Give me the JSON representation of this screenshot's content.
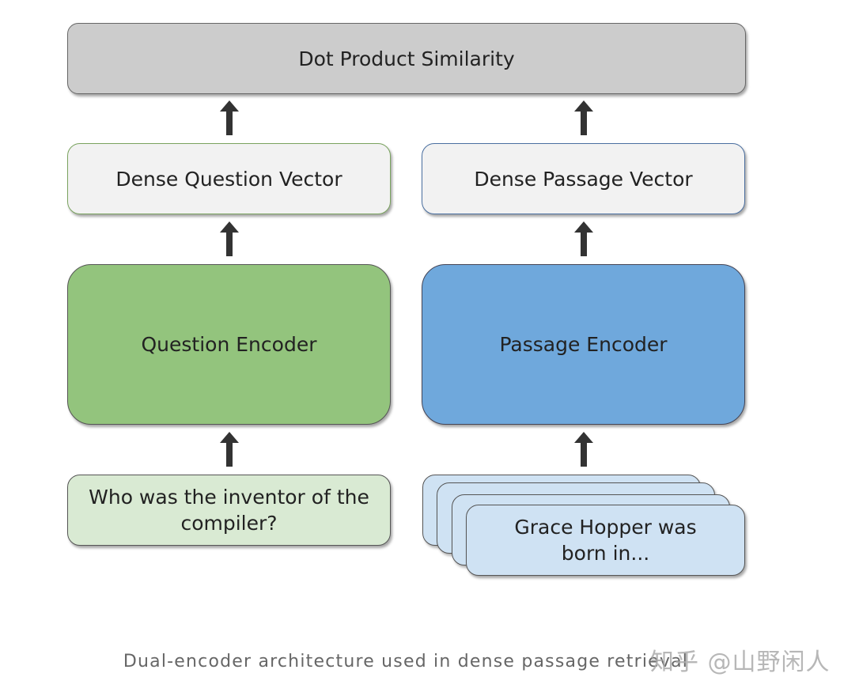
{
  "diagram": {
    "similarity": {
      "label": "Dot Product Similarity",
      "fill": "#cccccc"
    },
    "question_branch": {
      "vector_label": "Dense Question Vector",
      "encoder_label": "Question Encoder",
      "encoder_fill": "#93c47d",
      "input_text": "Who was the inventor of the compiler?",
      "input_fill": "#d9ead3"
    },
    "passage_branch": {
      "vector_label": "Dense Passage Vector",
      "encoder_label": "Passage Encoder",
      "encoder_fill": "#6fa8dc",
      "input_text": "Grace Hopper was born in...",
      "input_fill": "#cfe2f3",
      "stacked_cards": 4
    },
    "arrow_icon": "up-arrow-icon",
    "arrow_color": "#333333"
  },
  "caption": "Dual-encoder architecture used in dense passage retrieval",
  "watermark": "知乎 @山野闲人"
}
